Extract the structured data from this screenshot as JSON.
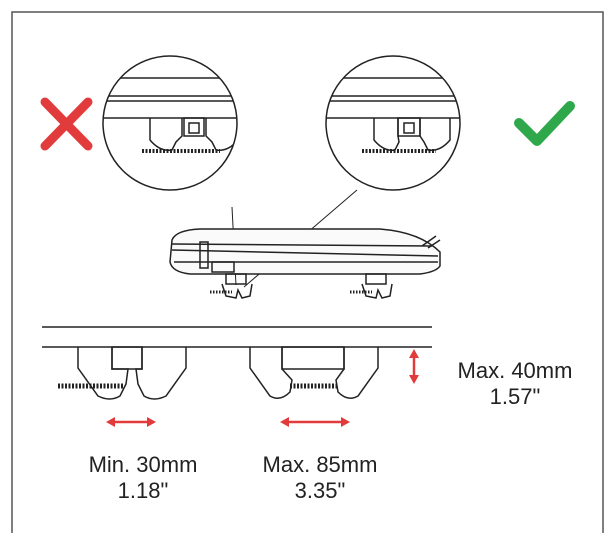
{
  "labels": {
    "min_width": {
      "metric": "Min. 30mm",
      "imperial": "1.18\""
    },
    "max_width": {
      "metric": "Max. 85mm",
      "imperial": "3.35\""
    },
    "max_height": {
      "metric": "Max. 40mm",
      "imperial": "1.57\""
    }
  },
  "icons": {
    "wrong": "cross-mark-icon",
    "correct": "check-mark-icon"
  },
  "colors": {
    "cross": "#e23b3b",
    "check": "#2ea84a",
    "arrow": "#e23b3b",
    "line": "#222222",
    "frame": "#555555"
  }
}
